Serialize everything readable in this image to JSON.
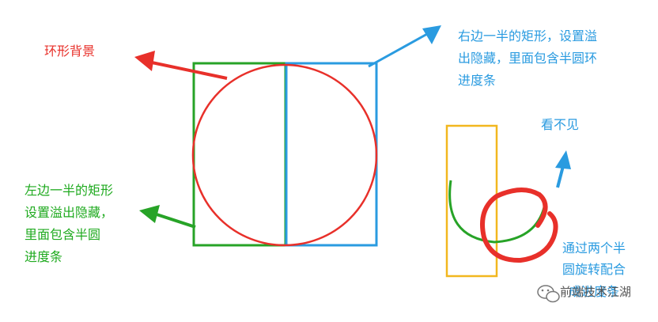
{
  "colors": {
    "red": "#e8302a",
    "green": "#27a327",
    "blue": "#2a9be0",
    "orange": "#f2b71f",
    "gray": "#777777"
  },
  "labels": {
    "ring_background": "环形背景",
    "right_rect": [
      "右边一半的矩形，设置溢",
      "出隐藏，里面包含半圆环",
      "进度条"
    ],
    "left_rect": [
      "左边一半的矩形",
      "设置溢出隐藏，",
      "里面包含半圆",
      "进度条"
    ],
    "invisible": "看不见",
    "rotate_combo": [
      "通过两个半",
      "圆旋转配合"
    ],
    "progress_bar_partial": "成进度条",
    "watermark": "前端技术江湖"
  },
  "icons": {
    "wechat_logo": "wechat-icon"
  }
}
